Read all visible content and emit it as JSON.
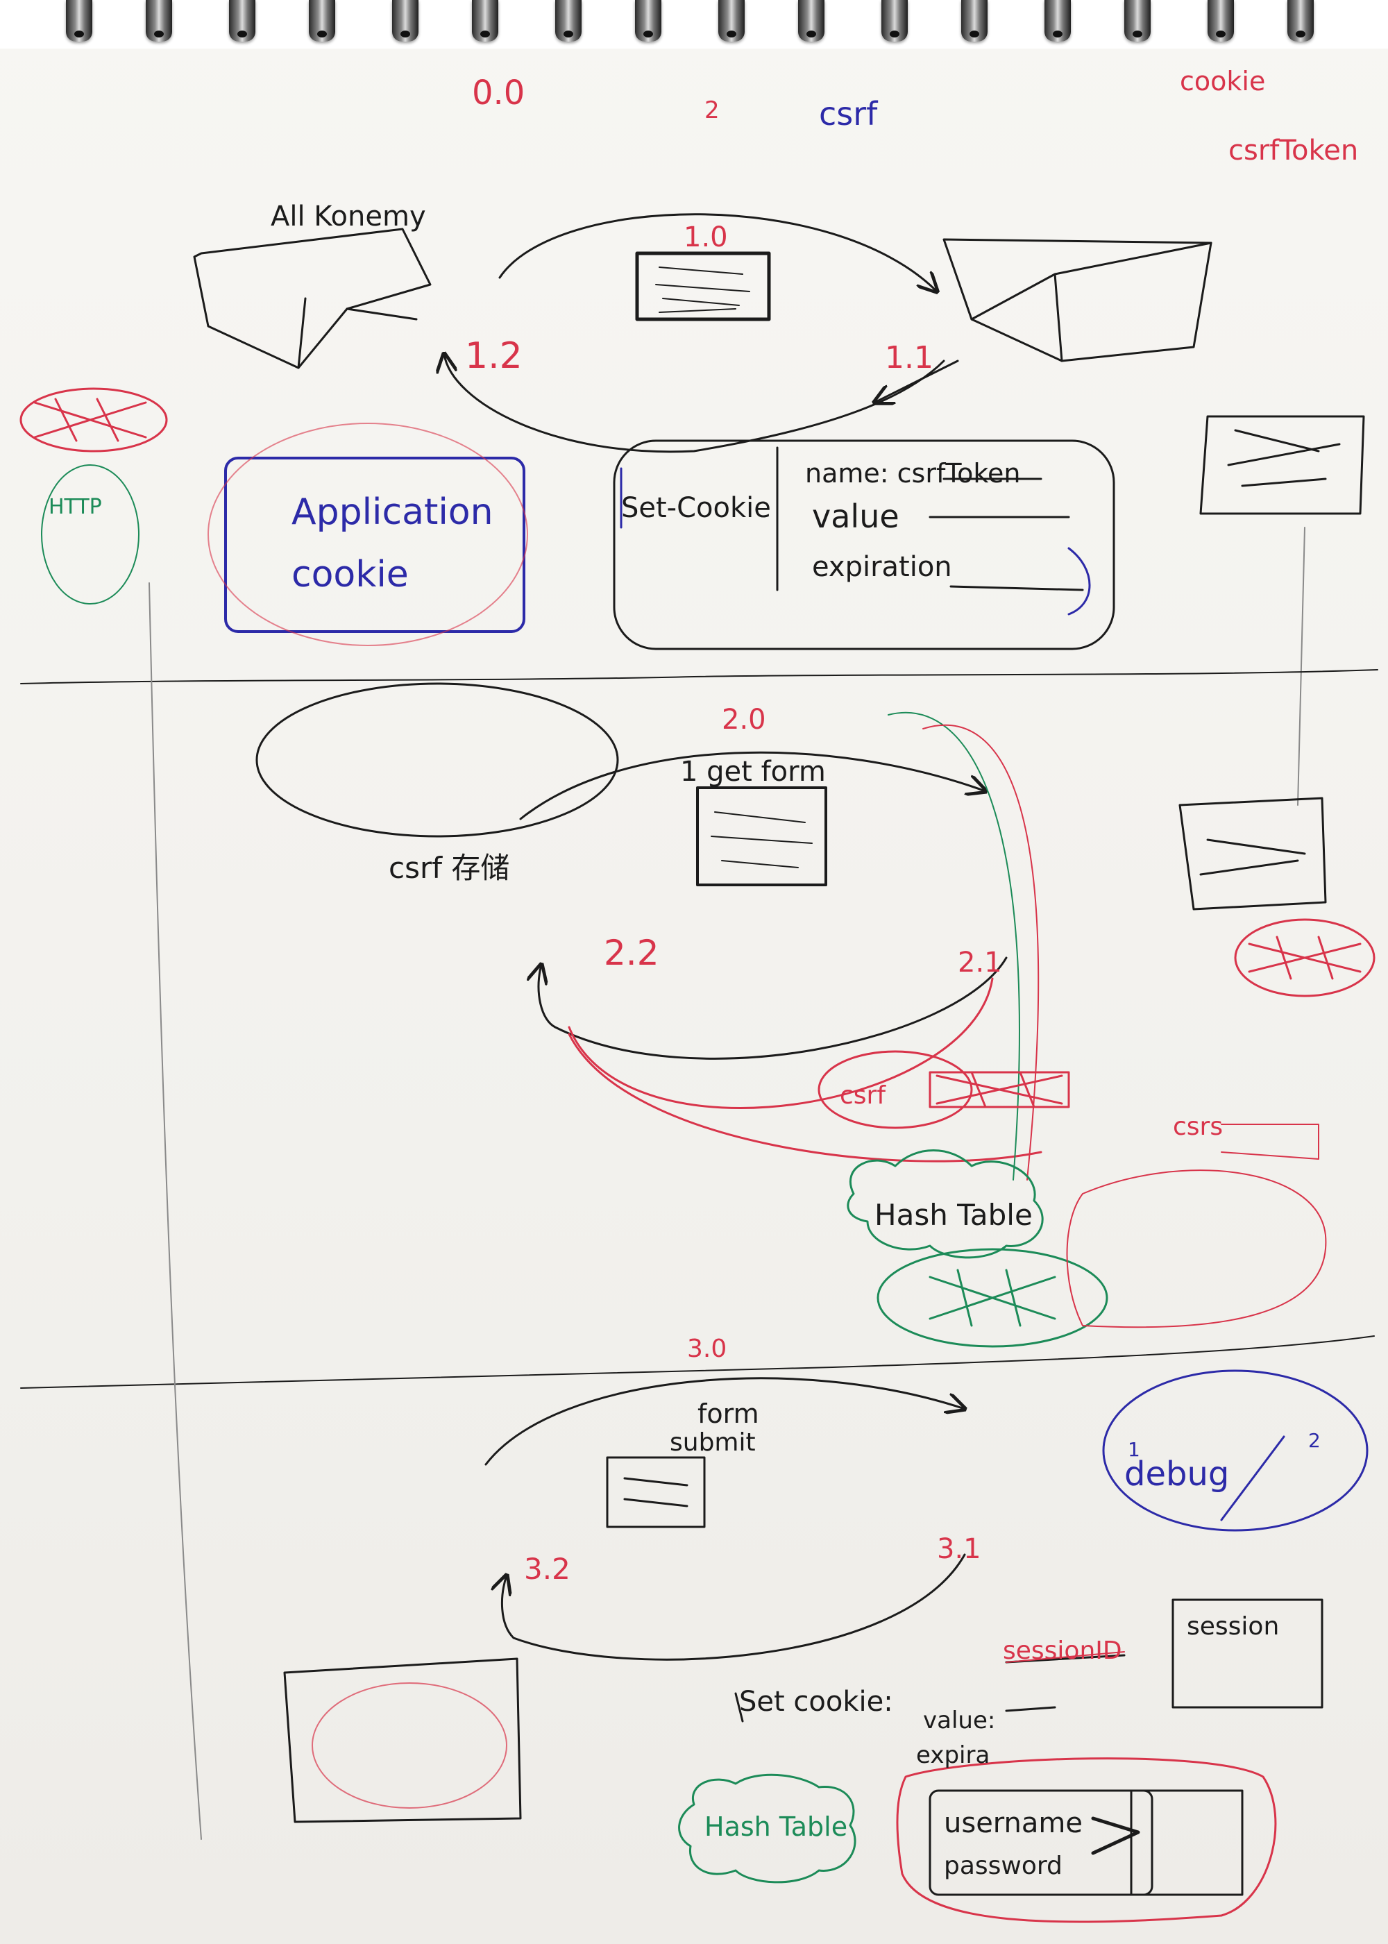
{
  "colors": {
    "ink_black": "#1b1b1b",
    "ink_red": "#d8344a",
    "ink_blue": "#2c2aa8",
    "ink_green": "#1c8b58",
    "ink_gray": "#8a8a8a",
    "paper": "#f6f5f2"
  },
  "header": {
    "version_label": "0.0",
    "csrf_label": "csrf",
    "cookie_label": "cookie",
    "csrf_token_label": "csrfToken",
    "circle_number": "2"
  },
  "section1": {
    "left_box_label": "All Konemy",
    "step_main": "1.0",
    "step_response": "1.1",
    "step_back": "1.2",
    "http_label": "HTTP",
    "application_box": "Application",
    "cookie_label": "cookie",
    "set_cookie": "Set-Cookie",
    "name_field": "name: csrfToken",
    "value_field": "value",
    "expiration_field": "expiration"
  },
  "section2": {
    "step_main": "2.0",
    "get_form": "1 get form",
    "step_response": "2.1",
    "step_back": "2.2",
    "csrf_token_note": "csrf 存储",
    "csrf_label": "csrf",
    "csrs_label": "csrs",
    "hash_table": "Hash Table"
  },
  "section3": {
    "step_main": "3.0",
    "form_label": "form",
    "form_submit": "submit",
    "step_response": "3.1",
    "step_back": "3.2",
    "debug_label": "debug",
    "circle_1": "1",
    "circle_2": "2",
    "session_label": "session",
    "set_cookie": "Set cookie:",
    "session_id": "sessionID",
    "value_field": "value:",
    "expira_field": "expira",
    "username": "username",
    "password": "password",
    "hash_table": "Hash Table"
  }
}
